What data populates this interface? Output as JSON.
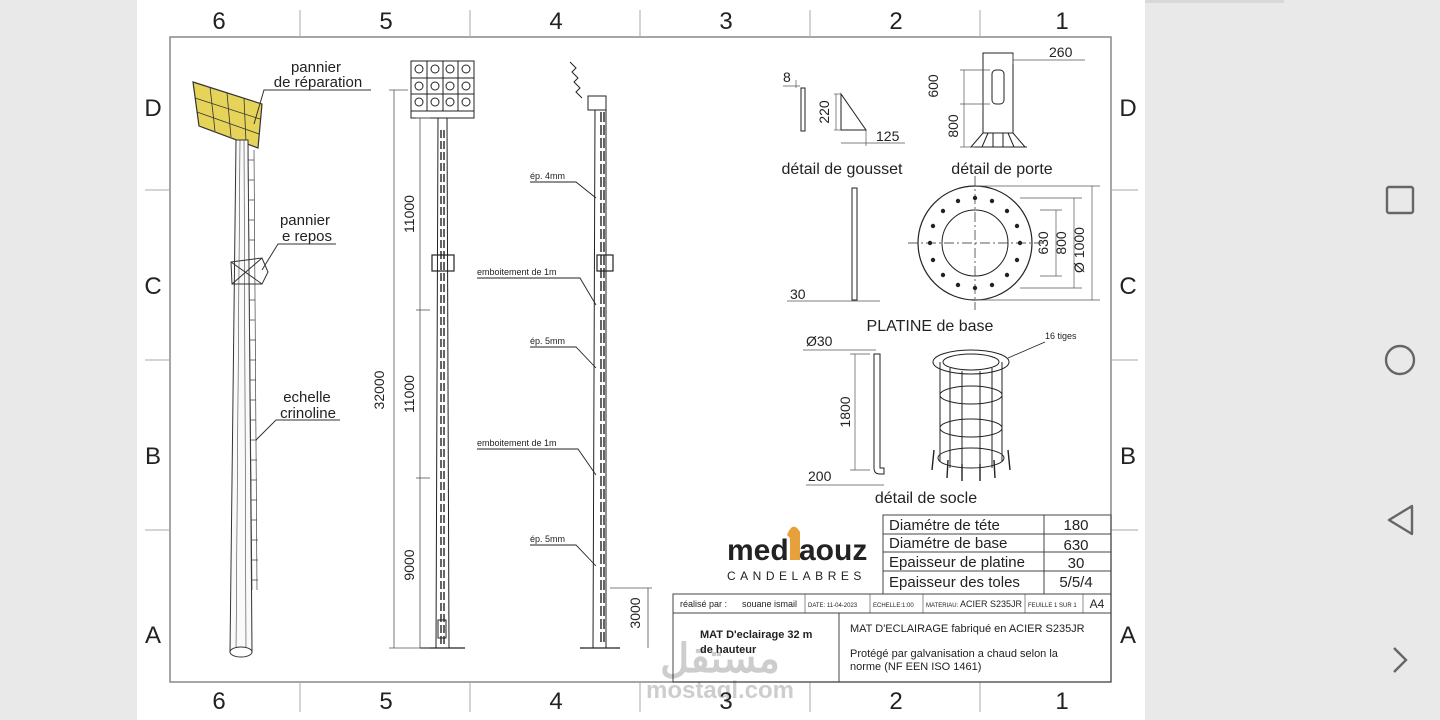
{
  "frame": {
    "col_labels": [
      "6",
      "5",
      "4",
      "3",
      "2",
      "1"
    ],
    "row_labels": [
      "D",
      "C",
      "B",
      "A"
    ]
  },
  "annotations": {
    "pannier_reparation": [
      "pannier",
      "de réparation"
    ],
    "pannier_repos": [
      "pannier",
      "e repos"
    ],
    "echelle": [
      "echelle",
      "crinoline"
    ]
  },
  "dimensions": {
    "total_height": "32000",
    "seg1": "11000",
    "seg2": "11000",
    "seg3": "9000",
    "base_height": "3000"
  },
  "notes": {
    "ep1": "ép. 4mm",
    "emb1": "emboitement de 1m",
    "ep2": "ép. 5mm",
    "emb2": "emboitement de 1m",
    "ep3": "ép. 5mm"
  },
  "gousset": {
    "title": "détail de gousset",
    "d_thick": "8",
    "d_height": "220",
    "d_width": "125"
  },
  "porte": {
    "title": "détail de porte",
    "d_width": "260",
    "d_h1": "600",
    "d_h2": "800"
  },
  "platine": {
    "title": "PLATINE de base",
    "d_thick": "30",
    "d_630": "630",
    "d_800": "800",
    "d_1000": "Ø 1000"
  },
  "socle": {
    "title": "détail de socle",
    "d_phi": "Ø30",
    "d_len": "1800",
    "d_foot": "200",
    "tiges": "16 tiges"
  },
  "logo": {
    "name_part1": "medi",
    "name_part2": "aouz",
    "tagline": "CANDELABRES",
    "primary_color": "#1f66a8",
    "accent_color": "#e8a13a"
  },
  "specs": [
    {
      "label": "Diamétre de téte",
      "value": "180"
    },
    {
      "label": "Diamétre de base",
      "value": "630"
    },
    {
      "label": "Epaisseur de platine",
      "value": "30"
    },
    {
      "label": "Epaisseur des toles",
      "value": "5/5/4"
    }
  ],
  "title_block": {
    "realise_label": "réalisé par :",
    "realise_name": "souane ismail",
    "date": "DATE: 11-04-2023",
    "echelle": "ECHELLE:1:00",
    "materiau_label": "MATERIAU:",
    "materiau": "ACIER S235JR",
    "feuille": "FEUILLE 1 SUR 1",
    "format": "A4",
    "title_line1": "MAT D'eclairage 32 m",
    "title_line2": "de hauteur",
    "desc1": "MAT D'ECLAIRAGE fabriqué en ACIER S235JR",
    "desc2": "Protégé par galvanisation a chaud selon la",
    "desc3": "norme (NF EEN ISO 1461)"
  },
  "watermark": {
    "arabic": "مستقل",
    "latin": "mostaql.com"
  },
  "navigation": {
    "icons": [
      "square-recents-icon",
      "circle-home-icon",
      "triangle-back-icon",
      "chevron-right-icon"
    ]
  }
}
